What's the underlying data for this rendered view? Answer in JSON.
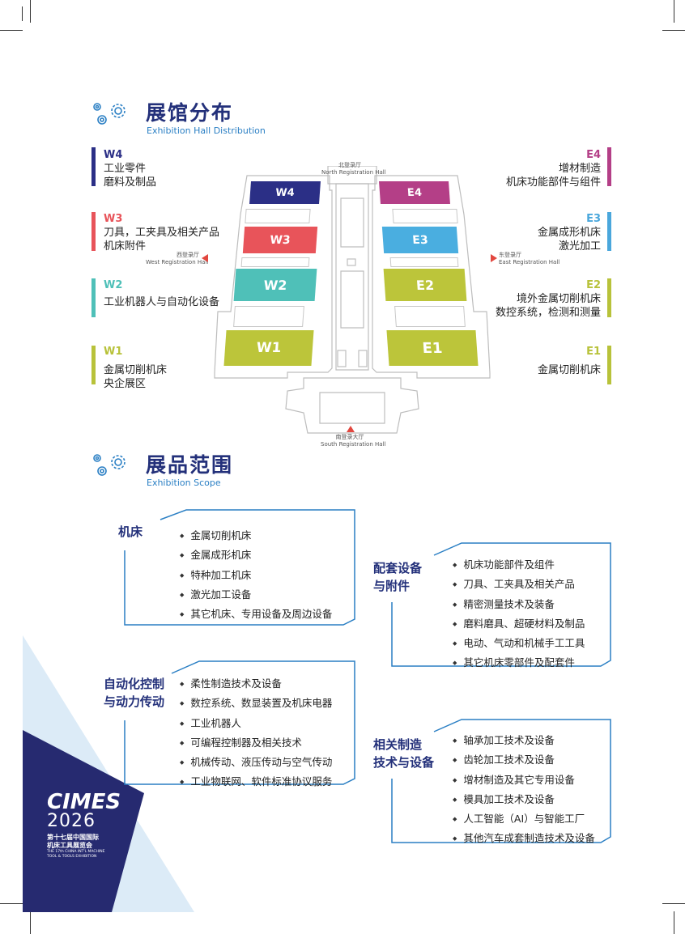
{
  "hall_section": {
    "title": "展馆分布",
    "subtitle": "Exhibition Hall Distribution"
  },
  "scope_section": {
    "title": "展品范围",
    "subtitle": "Exhibition Scope"
  },
  "legend_left": [
    {
      "code": "W4",
      "color": "#2b2f86",
      "lines": [
        "工业零件",
        "磨料及制品"
      ]
    },
    {
      "code": "W3",
      "color": "#e8545a",
      "lines": [
        "刀具，工夹具及相关产品",
        "机床附件"
      ]
    },
    {
      "code": "W2",
      "color": "#4fc0b8",
      "lines": [
        "工业机器人与自动化设备"
      ]
    },
    {
      "code": "W1",
      "color": "#b8c23a",
      "lines": [
        "金属切削机床",
        "央企展区"
      ]
    }
  ],
  "legend_right": [
    {
      "code": "E4",
      "color": "#b43f87",
      "lines": [
        "增材制造",
        "机床功能部件与组件"
      ]
    },
    {
      "code": "E3",
      "color": "#4aa7dc",
      "lines": [
        "金属成形机床",
        "激光加工"
      ]
    },
    {
      "code": "E2",
      "color": "#b8c23a",
      "lines": [
        "境外金属切削机床",
        "数控系统，检测和测量"
      ]
    },
    {
      "code": "E1",
      "color": "#b8c23a",
      "lines": [
        "金属切削机床"
      ]
    }
  ],
  "map": {
    "halls": {
      "W4": {
        "label": "W4",
        "color": "#2b2f86"
      },
      "W3": {
        "label": "W3",
        "color": "#e8545a"
      },
      "W2": {
        "label": "W2",
        "color": "#4fc0b8"
      },
      "W1": {
        "label": "W1",
        "color": "#bcc53a"
      },
      "E4": {
        "label": "E4",
        "color": "#b43f87"
      },
      "E3": {
        "label": "E3",
        "color": "#4aaee0"
      },
      "E2": {
        "label": "E2",
        "color": "#bcc53a"
      },
      "E1": {
        "label": "E1",
        "color": "#bcc53a"
      }
    },
    "north_cn": "北登录厅",
    "north_en": "North Registration Hall",
    "west_cn": "西登录厅",
    "west_en": "West Registration Hall",
    "east_cn": "东登录厅",
    "east_en": "East Registration Hall",
    "south_cn": "南登录大厅",
    "south_en": "South Registration Hall"
  },
  "scope": [
    {
      "category": [
        "机床"
      ],
      "items": [
        "金属切削机床",
        "金属成形机床",
        "特种加工机床",
        "激光加工设备",
        "其它机床、专用设备及周边设备"
      ]
    },
    {
      "category": [
        "配套设备",
        "与附件"
      ],
      "items": [
        "机床功能部件及组件",
        "刀具、工夹具及相关产品",
        "精密测量技术及装备",
        "磨料磨具、超硬材料及制品",
        "电动、气动和机械手工工具",
        "其它机床零部件及配套件"
      ]
    },
    {
      "category": [
        "自动化控制",
        "与动力传动"
      ],
      "items": [
        "柔性制造技术及设备",
        "数控系统、数显装置及机床电器",
        "工业机器人",
        "可编程控制器及相关技术",
        "机械传动、液压传动与空气传动",
        "工业物联网、软件标准协议服务"
      ]
    },
    {
      "category": [
        "相关制造",
        "技术与设备"
      ],
      "items": [
        "轴承加工技术及设备",
        "齿轮加工技术及设备",
        "增材制造及其它专用设备",
        "模具加工技术及设备",
        "人工智能（AI）与智能工厂",
        "其他汽车成套制造技术及设备"
      ]
    }
  ],
  "logo": {
    "name": "CIMES",
    "year": "2026",
    "cn_line1": "第十七届中国国际",
    "cn_line2": "机床工具展览会",
    "en_line1": "THE 17th CHINA INT'L MACHINE",
    "en_line2": "TOOL & TOOLS EXHIBITION"
  }
}
